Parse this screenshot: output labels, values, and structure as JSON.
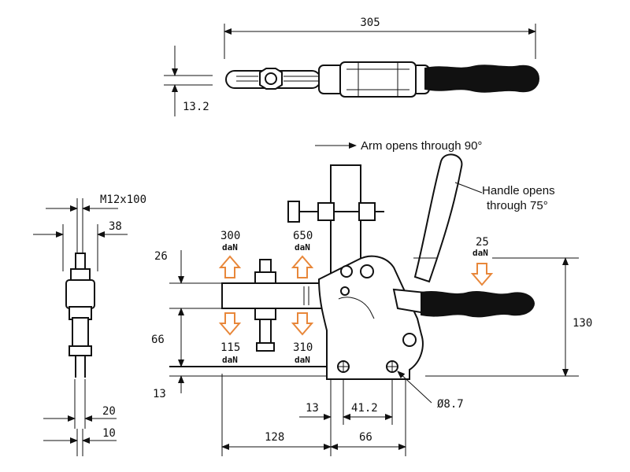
{
  "dimensions": {
    "overall_length": "305",
    "thickness": "13.2",
    "thread": "M12x100",
    "bolt_width": "38",
    "width_20": "20",
    "width_10": "10",
    "height_26": "26",
    "height_66": "66",
    "height_13": "13",
    "height_130": "130",
    "length_128": "128",
    "length_13": "13",
    "length_41_2": "41.2",
    "length_66": "66",
    "hole_dia": "Ø8.7"
  },
  "notes": {
    "arm_open": "Arm opens through 90°",
    "handle_open_line1": "Handle opens",
    "handle_open_line2": "through 75°"
  },
  "forces": {
    "unit": "daN",
    "up_left": "300",
    "up_right": "650",
    "down_left": "115",
    "down_right": "310",
    "handle": "25"
  },
  "colors": {
    "force_arrow": "#e8873a",
    "line": "#111111"
  }
}
